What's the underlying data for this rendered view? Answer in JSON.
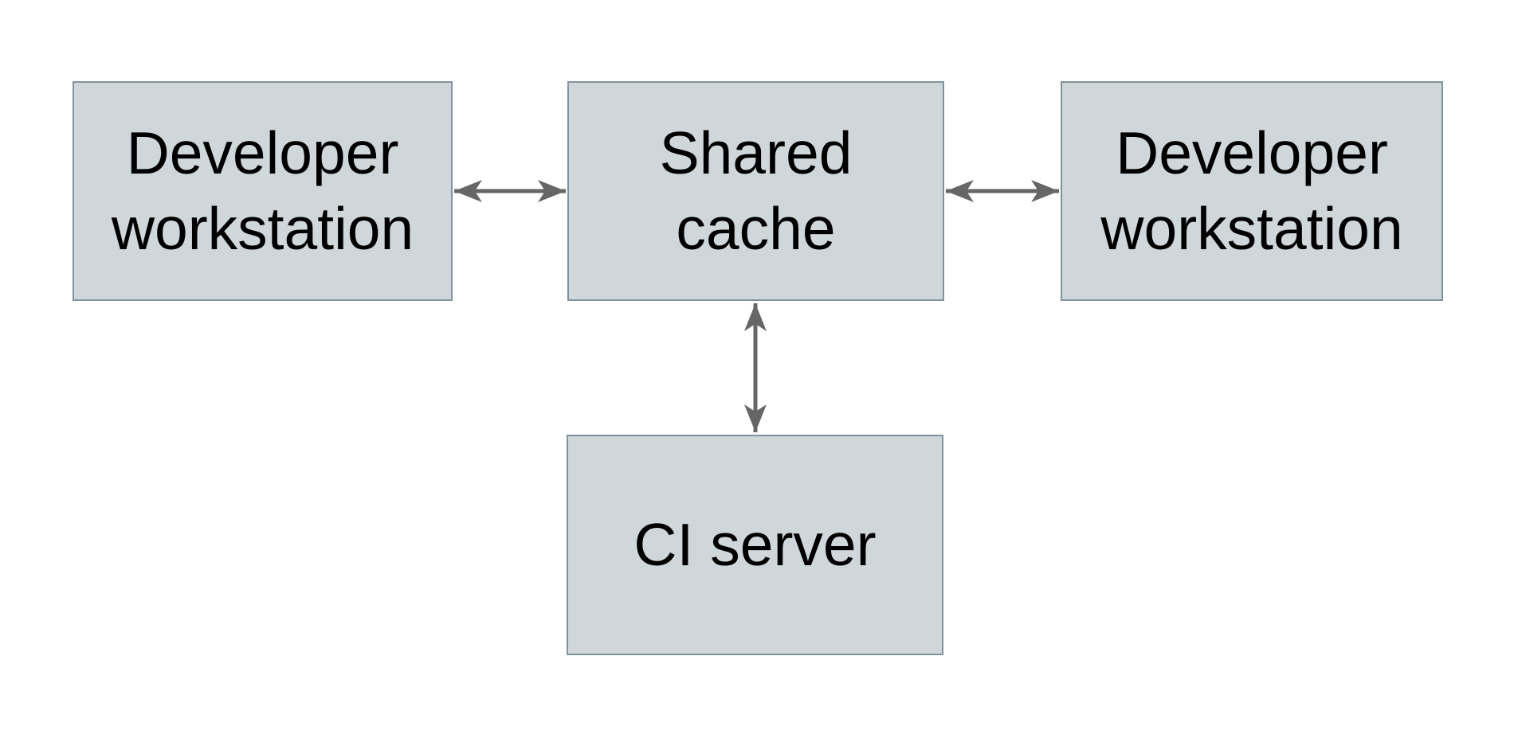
{
  "diagram": {
    "type": "architecture-diagram",
    "colors": {
      "background": "#ffffff",
      "node_fill": "#cfd7da",
      "node_border": "#7f939e",
      "arrow": "#666666",
      "text": "#000000"
    },
    "nodes": [
      {
        "id": "developer-workstation-left",
        "label": "Developer\nworkstation"
      },
      {
        "id": "shared-cache",
        "label": "Shared\ncache"
      },
      {
        "id": "developer-workstation-right",
        "label": "Developer\nworkstation"
      },
      {
        "id": "ci-server",
        "label": "CI server"
      }
    ],
    "edges": [
      {
        "from": "developer-workstation-left",
        "to": "shared-cache",
        "direction": "bidirectional"
      },
      {
        "from": "shared-cache",
        "to": "developer-workstation-right",
        "direction": "bidirectional"
      },
      {
        "from": "shared-cache",
        "to": "ci-server",
        "direction": "bidirectional"
      }
    ]
  }
}
